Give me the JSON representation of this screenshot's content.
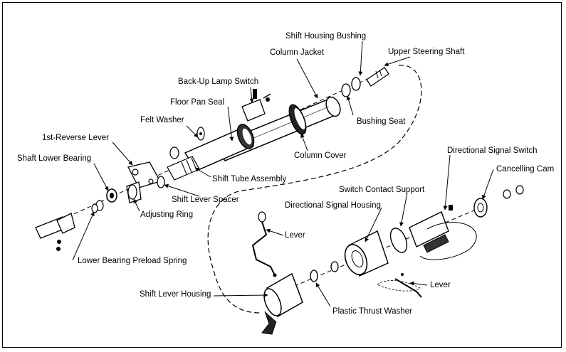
{
  "labels": {
    "shift_housing_bushing": "Shift Housing Bushing",
    "column_jacket": "Column Jacket",
    "upper_steering_shaft": "Upper Steering Shaft",
    "back_up_lamp_switch": "Back-Up Lamp Switch",
    "floor_pan_seal": "Floor Pan Seal",
    "felt_washer": "Felt Washer",
    "first_reverse_lever": "1st-Reverse Lever",
    "bushing_seat": "Bushing Seat",
    "shaft_lower_bearing": "Shaft Lower Bearing",
    "column_cover": "Column Cover",
    "directional_signal_switch": "Directional Signal Switch",
    "cancelling_cam": "Cancelling Cam",
    "shift_tube_assembly": "Shift Tube Assembly",
    "switch_contact_support": "Switch Contact Support",
    "shift_lever_spacer": "Shift Lever Spacer",
    "adjusting_ring": "Adjusting Ring",
    "directional_signal_housing": "Directional Signal Housing",
    "lever_upper": "Lever",
    "lower_bearing_preload_spring": "Lower Bearing Preload Spring",
    "shift_lever_housing": "Shift Lever Housing",
    "lever_lower": "Lever",
    "plastic_thrust_washer": "Plastic Thrust Washer"
  }
}
